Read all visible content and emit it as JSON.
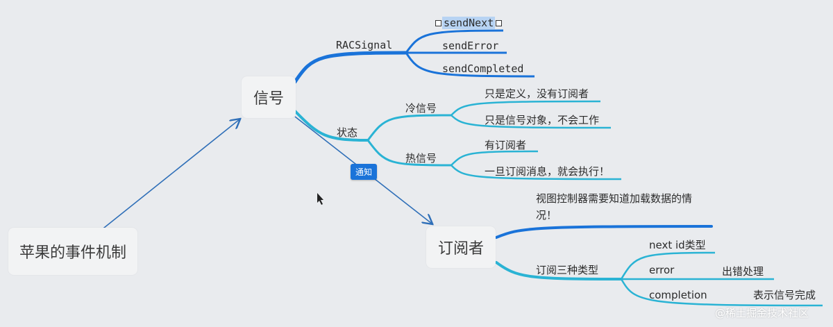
{
  "root": {
    "label": "苹果的事件机制"
  },
  "signal": {
    "label": "信号"
  },
  "subscriber": {
    "label": "订阅者"
  },
  "notify_badge": "通知",
  "racsignal": {
    "label": "RACSignal",
    "children": [
      "sendNext",
      "sendError",
      "sendCompleted"
    ]
  },
  "state": {
    "label": "状态",
    "cold": {
      "label": "冷信号",
      "children": [
        "只是定义，没有订阅者",
        "只是信号对象，不会工作"
      ]
    },
    "hot": {
      "label": "热信号",
      "children": [
        "有订阅者",
        "一旦订阅消息，就会执行！"
      ]
    }
  },
  "sub_need": "视图控制器需要知道加载数据的情况！",
  "sub_types": {
    "label": "订阅三种类型",
    "children": [
      "next id类型",
      "error",
      "completion"
    ],
    "error_note": "出错处理",
    "completion_note": "表示信号完成"
  },
  "watermark": "@稀土掘金技术社区",
  "colors": {
    "dark_blue": "#1a73d9",
    "teal": "#2ab3d4",
    "arrow": "#2f6fb8"
  }
}
